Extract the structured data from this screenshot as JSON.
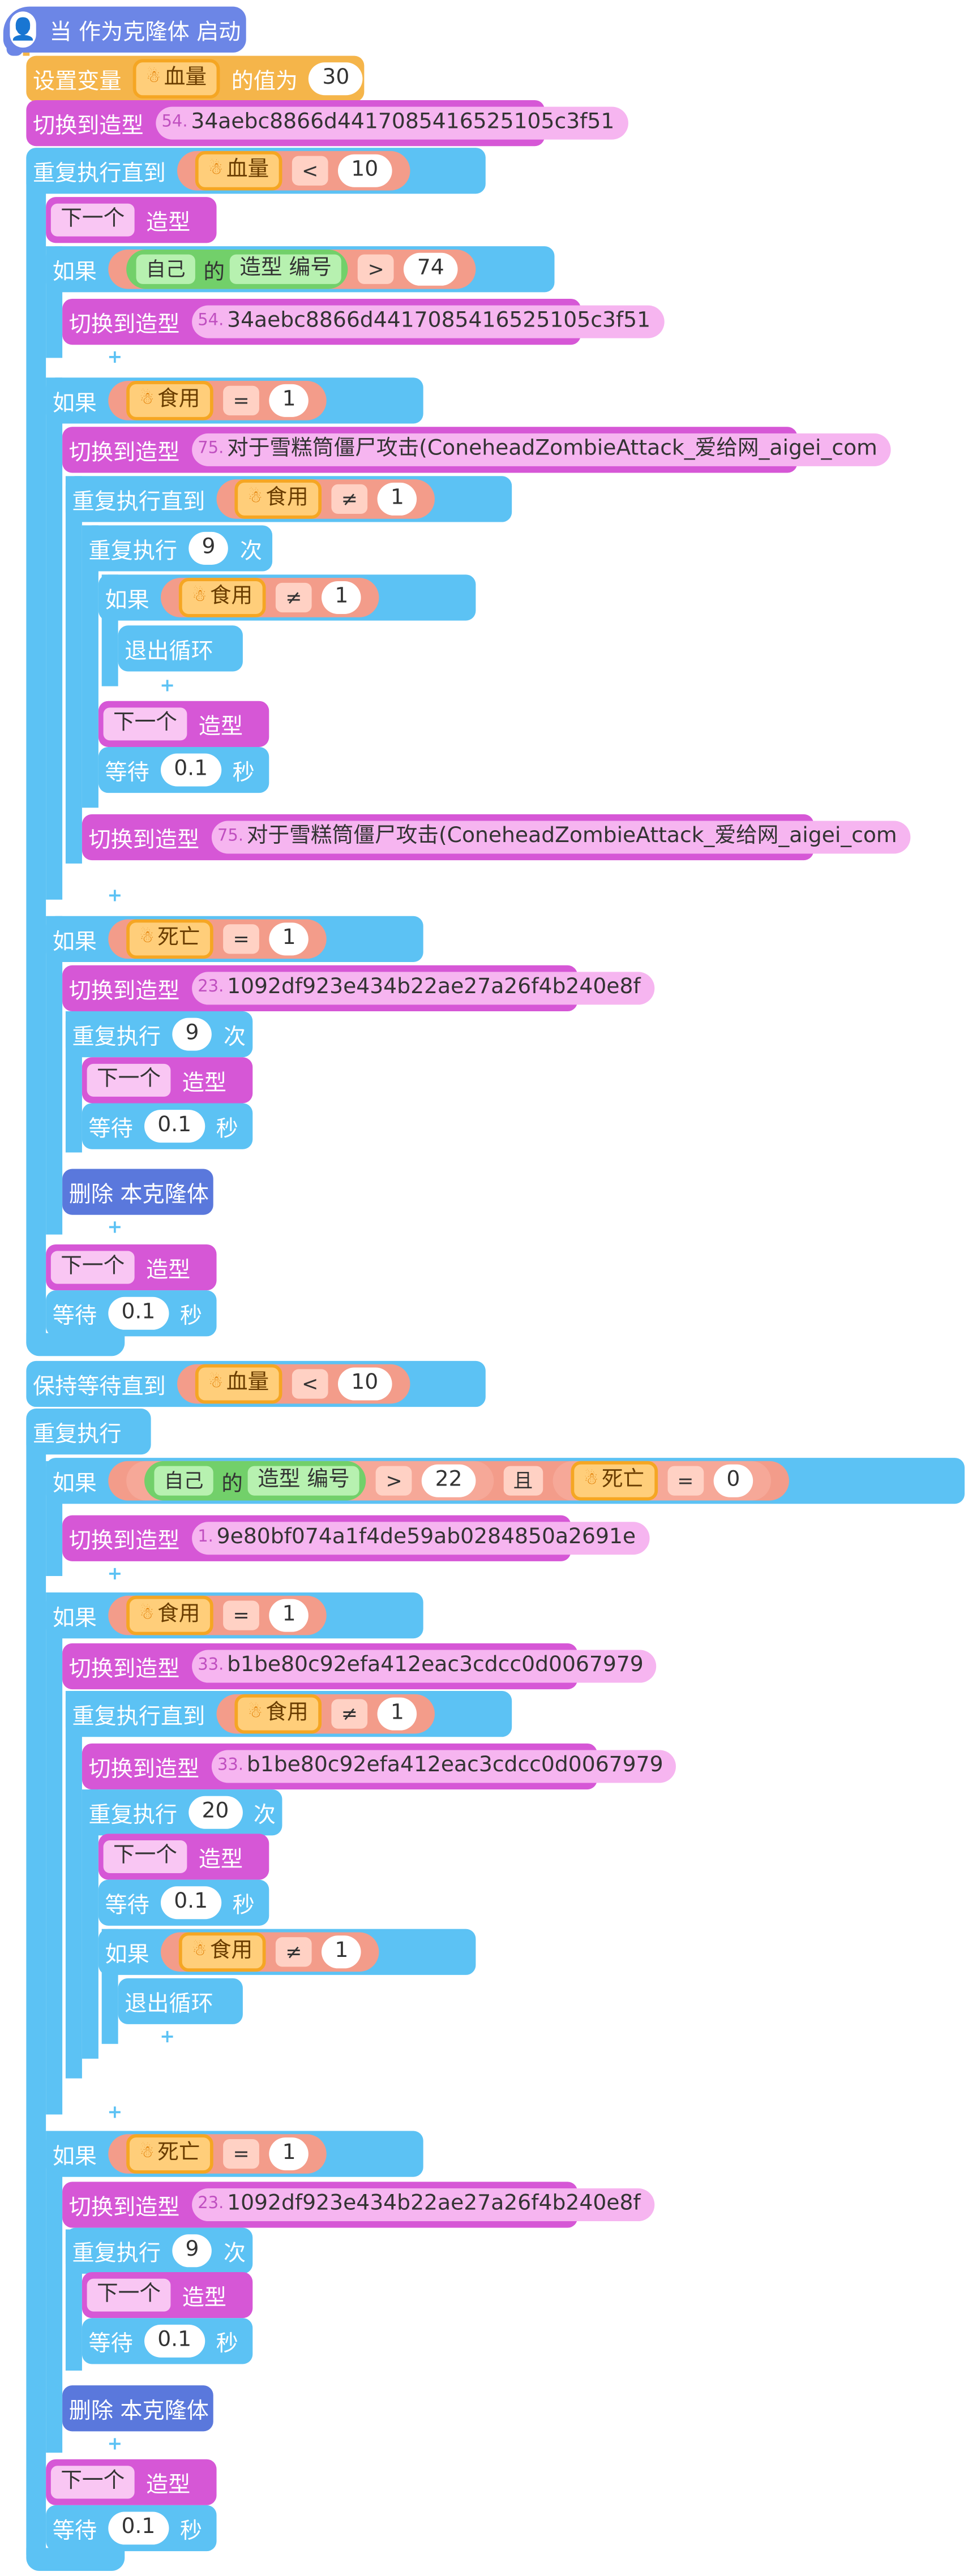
{
  "hat": {
    "label": "当 作为克隆体 启动"
  },
  "set_var": {
    "label_pre": "设置变量",
    "var": "血量",
    "label_mid": "的值为",
    "value": "30"
  },
  "switch_label": "切换到造型",
  "costumes": {
    "c54": {
      "num": "54.",
      "name": "34aebc8866d4417085416525105c3f51"
    },
    "c75": {
      "num": "75.",
      "name": "对于雪糕筒僵尸攻击(ConeheadZombieAttack_爱给网_aigei_com"
    },
    "c23": {
      "num": "23.",
      "name": "1092df923e434b22ae27a26f4b240e8f"
    },
    "c1": {
      "num": "1.",
      "name": "9e80bf074a1f4de59ab0284850a2691e"
    },
    "c33": {
      "num": "33.",
      "name": "b1be80c92efa412eac3cdcc0d0067979"
    }
  },
  "labels": {
    "repeat_until": "重复执行直到",
    "repeat": "重复执行",
    "times": "次",
    "if": "如果",
    "next": "下一个",
    "costume_word": "造型",
    "wait": "等待",
    "seconds": "秒",
    "break": "退出循环",
    "delete_clone": "删除 本克隆体",
    "wait_until": "保持等待直到",
    "forever": "重复执行",
    "self": "自己",
    "of": "的",
    "costume_number": "造型 编号",
    "and": "且",
    "plus": "+"
  },
  "vars": {
    "hp": "血量",
    "eat": "食用",
    "dead": "死亡"
  },
  "ops": {
    "lt": "<",
    "eq": "=",
    "ne": "≠",
    "gt": ">"
  },
  "values": {
    "ten": "10",
    "one": "1",
    "seventy_four": "74",
    "nine": "9",
    "zero_one": "0.1",
    "twenty_two": "22",
    "zero": "0",
    "twenty": "20"
  },
  "colors": {
    "control": "#5cc2f4",
    "looks": "#d657d6",
    "variable": "#f5b54a",
    "event": "#6c86e6",
    "operator": "#f39c8a",
    "sensing": "#72d06a"
  }
}
